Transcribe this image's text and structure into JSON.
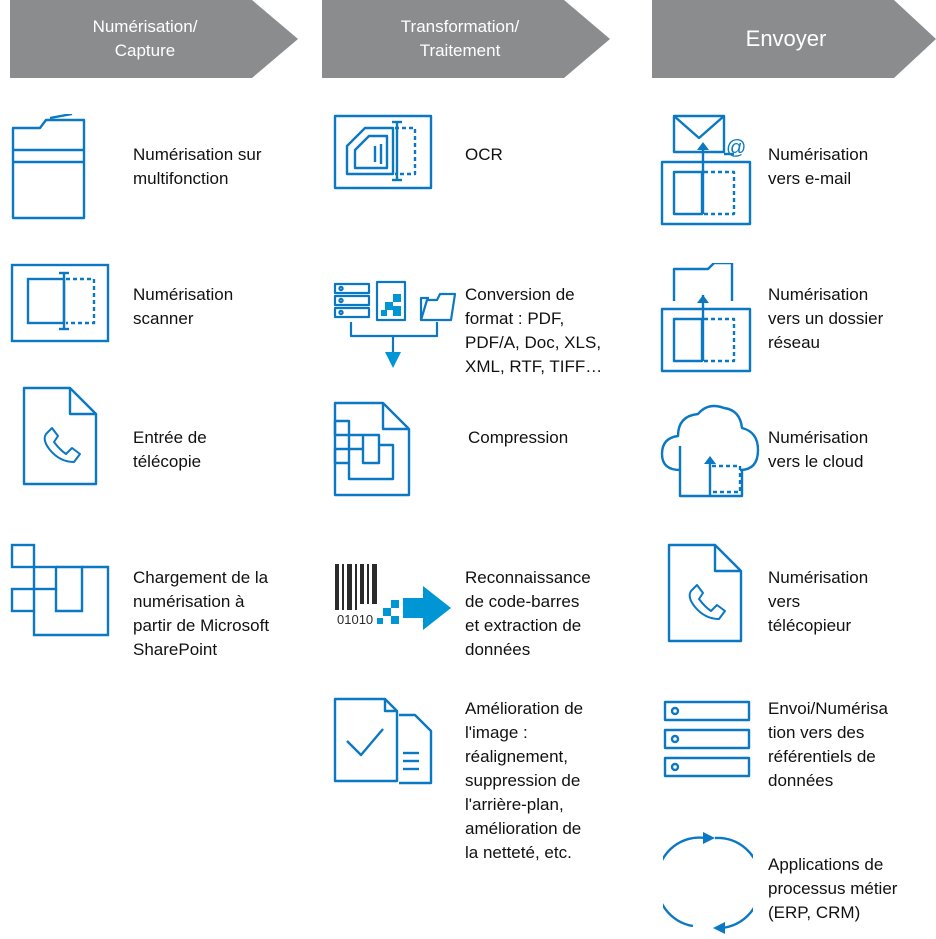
{
  "colors": {
    "header_bg": "#8a8c8e",
    "header_text": "#ffffff",
    "icon_stroke": "#0b78c4",
    "accent": "#0096d6"
  },
  "headers": [
    {
      "lines": [
        "Numérisation/",
        "Capture"
      ]
    },
    {
      "lines": [
        "Transformation/",
        "Traitement"
      ]
    },
    {
      "lines": [
        "Envoyer"
      ]
    }
  ],
  "capture": [
    {
      "icon": "mfp-printer-icon",
      "lines": [
        "Numérisation sur",
        "multifonction"
      ]
    },
    {
      "icon": "scanner-icon",
      "lines": [
        "Numérisation",
        "scanner"
      ]
    },
    {
      "icon": "fax-document-icon",
      "lines": [
        "Entrée de",
        "télécopie"
      ]
    },
    {
      "icon": "sharepoint-blocks-icon",
      "lines": [
        "Chargement de la",
        "numérisation à",
        "partir de Microsoft",
        "SharePoint"
      ]
    }
  ],
  "transform": [
    {
      "icon": "ocr-icon",
      "lines": [
        "OCR"
      ]
    },
    {
      "icon": "format-conversion-icon",
      "lines": [
        "Conversion de",
        "format : PDF,",
        "PDF/A, Doc, XLS,",
        "XML, RTF, TIFF…"
      ]
    },
    {
      "icon": "compression-icon",
      "lines": [
        "Compression"
      ]
    },
    {
      "icon": "barcode-icon",
      "barcode_text": "01010",
      "lines": [
        "Reconnaissance",
        "de code-barres",
        "et extraction de",
        "données"
      ]
    },
    {
      "icon": "image-enhancement-icon",
      "lines": [
        "Amélioration de",
        "l'image :",
        "réalignement,",
        "suppression de",
        "l'arrière-plan,",
        "amélioration de",
        "la netteté, etc."
      ]
    }
  ],
  "send": [
    {
      "icon": "scan-to-email-icon",
      "at_symbol": "@",
      "lines": [
        "Numérisation",
        "vers e-mail"
      ]
    },
    {
      "icon": "scan-to-folder-icon",
      "lines": [
        "Numérisation",
        "vers un dossier",
        "réseau"
      ]
    },
    {
      "icon": "scan-to-cloud-icon",
      "lines": [
        "Numérisation",
        "vers le cloud"
      ]
    },
    {
      "icon": "fax-document-icon",
      "lines": [
        "Numérisation",
        "vers",
        "télécopieur"
      ]
    },
    {
      "icon": "repository-servers-icon",
      "lines": [
        "Envoi/Numérisa",
        "tion vers des",
        "référentiels de",
        "données"
      ]
    },
    {
      "icon": "cycle-arrows-icon",
      "lines": [
        "Applications de",
        "processus métier",
        "(ERP, CRM)"
      ]
    }
  ]
}
